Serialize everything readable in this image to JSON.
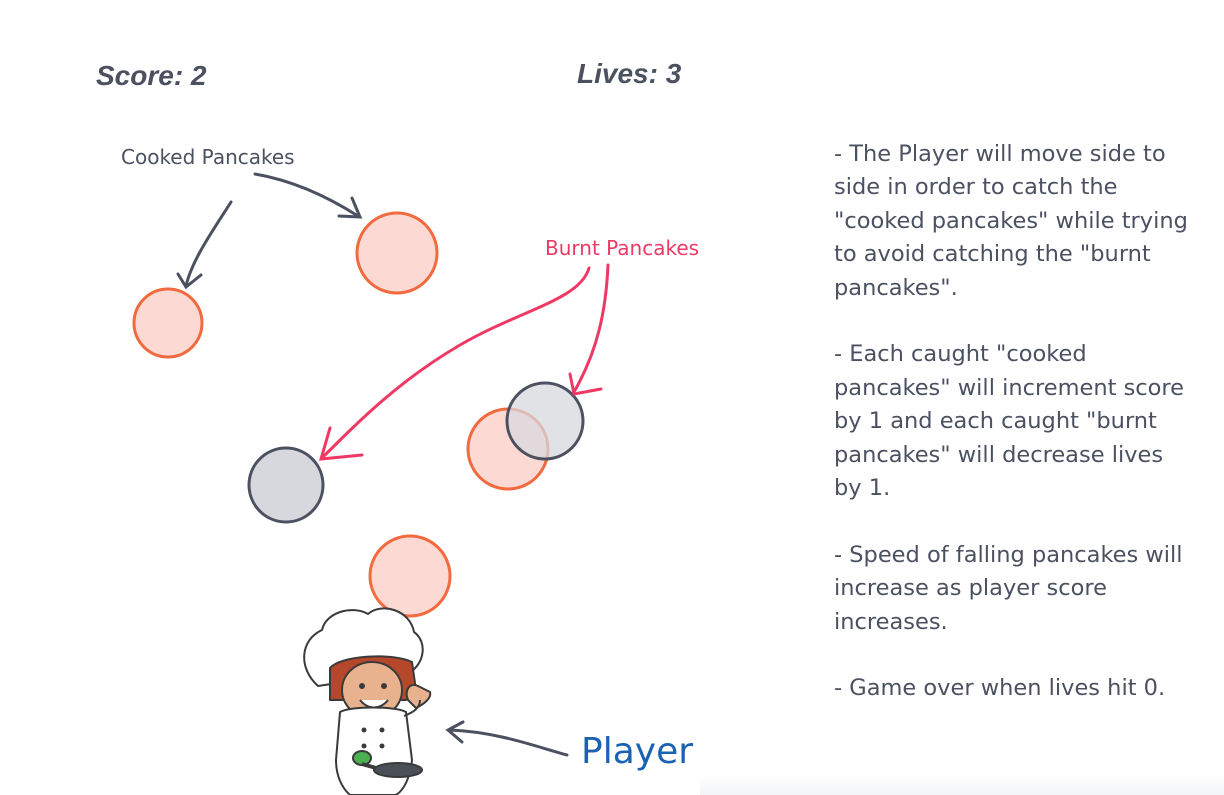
{
  "hud": {
    "score_text": "Score: 2",
    "lives_text": "Lives: 3"
  },
  "annotations": {
    "cooked": "Cooked Pancakes",
    "burnt": "Burnt Pancakes",
    "player": "Player"
  },
  "instructions": [
    "- The Player will move side to side in order to catch the \"cooked pancakes\" while trying to avoid catching the \"burnt pancakes\".",
    "- Each caught \"cooked pancakes\" will increment score by 1 and each caught \"burnt pancakes\" will decrease lives by 1.",
    "- Speed of falling pancakes will increase as player score increases.",
    "- Game over when lives hit 0."
  ],
  "colors": {
    "cooked_fill": "#fdd9d3",
    "cooked_stroke": "#f26a3f",
    "burnt_fill": "#d7d8dd",
    "burnt_stroke": "#4b5161",
    "text_dark": "#4b5161",
    "burnt_label": "#ee3964",
    "player_label": "#1a62b3"
  },
  "pancakes": [
    {
      "type": "cooked"
    },
    {
      "type": "cooked"
    },
    {
      "type": "cooked"
    },
    {
      "type": "burnt"
    },
    {
      "type": "burnt"
    },
    {
      "type": "cooked"
    }
  ],
  "player": {
    "icon": "chef-character-icon"
  }
}
